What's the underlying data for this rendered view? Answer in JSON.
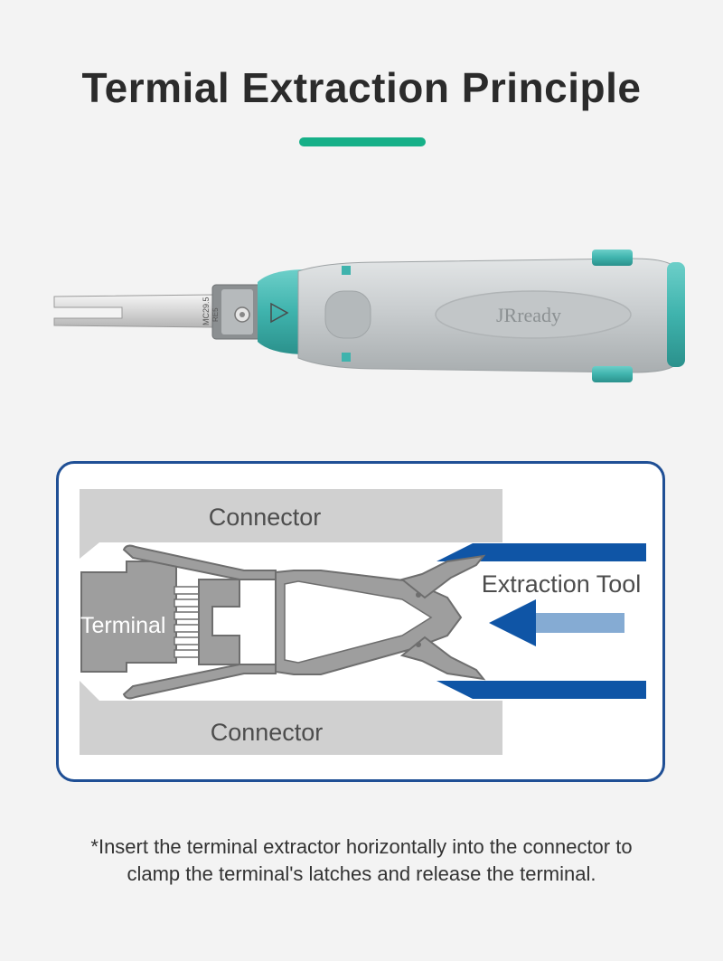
{
  "header": {
    "title": "Termial Extraction Principle"
  },
  "product": {
    "brand_logo": "JRready",
    "blade_marking_1": "MC29.5",
    "blade_marking_2": "RE5",
    "colors": {
      "handle": "#c9cdcf",
      "accent": "#3fb3ad",
      "title_bar": "#16b088"
    }
  },
  "diagram": {
    "connector_top_label": "Connector",
    "connector_bottom_label": "Connector",
    "terminal_label": "Terminal",
    "tool_label": "Extraction Tool",
    "colors": {
      "frame": "#1f4f95",
      "connector": "#d0d0d0",
      "terminal": "#9e9e9e",
      "tool": "#0f55a6",
      "arrow": "#85abd3"
    }
  },
  "caption": {
    "text": "*Insert the terminal extractor horizontally into the connector to clamp the terminal's latches and release the terminal."
  }
}
